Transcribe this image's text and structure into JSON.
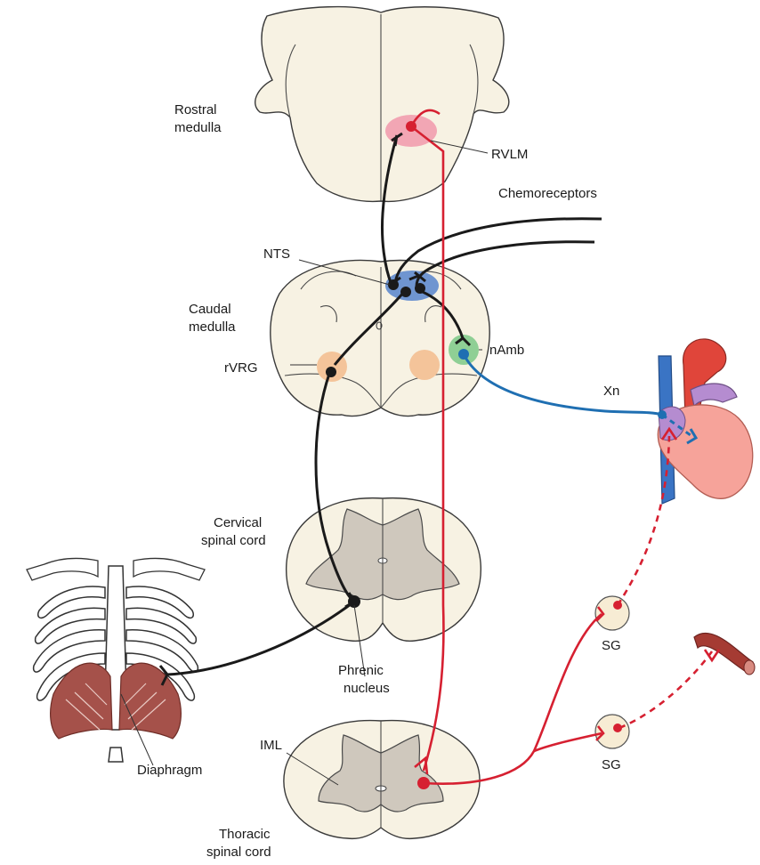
{
  "colors": {
    "red_pathway": "#d62031",
    "black_pathway": "#1a1a1a",
    "blue_pathway": "#1f6fb2",
    "rvlm_region": "#f2a6b4",
    "nts_region": "#6f95d0",
    "nAmb_region": "#8fcf95",
    "rvrg_region": "#f4c49a",
    "tissue": "#f7f2e3",
    "grey_matter": "#cfc8bd",
    "heart": "#f6a39a",
    "aorta": "#e0453a",
    "vena_cava": "#3a74c4",
    "muscle": "#a5514a"
  },
  "labels": {
    "rostral_medulla": [
      "Rostral",
      "medulla"
    ],
    "rvlm": "RVLM",
    "chemoreceptors": "Chemoreceptors",
    "nts": "NTS",
    "caudal_medulla": [
      "Caudal",
      "medulla"
    ],
    "namb": "nAmb",
    "rvrg": "rVRG",
    "xn": "Xn",
    "cervical_spinal_cord": [
      "Cervical",
      "spinal cord"
    ],
    "phrenic_nucleus": [
      "Phrenic",
      "nucleus"
    ],
    "diaphragm": "Diaphragm",
    "sg_upper": "SG",
    "sg_lower": "SG",
    "iml": "IML",
    "thoracic_spinal_cord": [
      "Thoracic",
      "spinal cord"
    ]
  }
}
